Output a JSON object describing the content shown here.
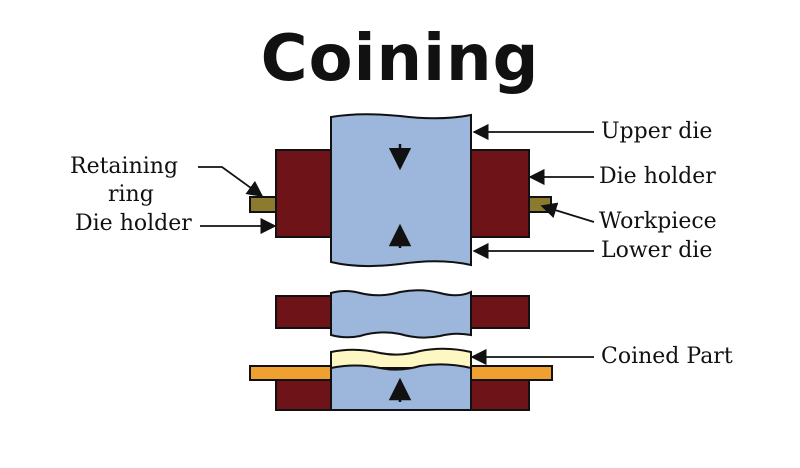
{
  "title": "Coining",
  "labels": {
    "retaining_ring_line1": "Retaining",
    "retaining_ring_line2": "ring",
    "die_holder_left": "Die holder",
    "upper_die": "Upper die",
    "die_holder_right": "Die holder",
    "workpiece": "Workpiece",
    "lower_die": "Lower die",
    "coined_part": "Coined Part"
  },
  "colors": {
    "die": "#9db6dc",
    "die_holder": "#6e1418",
    "retaining_ring": "#8c7a2e",
    "workpiece_strip": "#f0a030",
    "coined_part": "#fdf7c4",
    "outline": "#111111"
  }
}
